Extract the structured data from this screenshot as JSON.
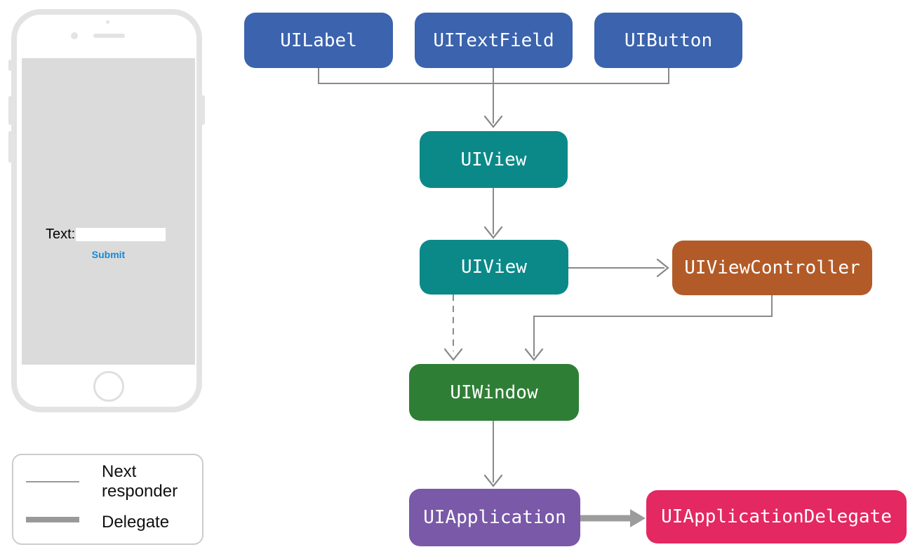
{
  "phone": {
    "text_field_label": "Text:",
    "text_field_value": "",
    "submit_button": "Submit",
    "submit_color": "#1488D9"
  },
  "legend": {
    "items": [
      {
        "label": "Next responder",
        "line_style": "thin"
      },
      {
        "label": "Delegate",
        "line_style": "thick"
      }
    ]
  },
  "diagram": {
    "nodes": [
      {
        "id": "uilabel",
        "label": "UILabel",
        "color": "#3B63AE"
      },
      {
        "id": "uitextfield",
        "label": "UITextField",
        "color": "#3B63AE"
      },
      {
        "id": "uibutton",
        "label": "UIButton",
        "color": "#3B63AE"
      },
      {
        "id": "uiview-top",
        "label": "UIView",
        "color": "#0B8989"
      },
      {
        "id": "uiview-root",
        "label": "UIView",
        "color": "#0B8989"
      },
      {
        "id": "uiviewcontroller",
        "label": "UIViewController",
        "color": "#B25B28"
      },
      {
        "id": "uiwindow",
        "label": "UIWindow",
        "color": "#2F7E36"
      },
      {
        "id": "uiapplication",
        "label": "UIApplication",
        "color": "#7959A8"
      },
      {
        "id": "uiapplicationdelegate",
        "label": "UIApplicationDelegate",
        "color": "#E32862"
      }
    ],
    "edges": [
      {
        "from": "UILabel, UITextField, UIButton",
        "to": "UIView",
        "type": "next-responder"
      },
      {
        "from": "UIView",
        "to": "UIView",
        "type": "next-responder"
      },
      {
        "from": "UIView",
        "to": "UIViewController",
        "type": "next-responder"
      },
      {
        "from": "UIView",
        "to": "UIWindow",
        "type": "next-responder-dashed"
      },
      {
        "from": "UIViewController",
        "to": "UIWindow",
        "type": "next-responder"
      },
      {
        "from": "UIWindow",
        "to": "UIApplication",
        "type": "next-responder"
      },
      {
        "from": "UIApplication",
        "to": "UIApplicationDelegate",
        "type": "delegate"
      }
    ],
    "arrow_color": "#8A8A8A",
    "thick_arrow_color": "#9C9C9C"
  }
}
